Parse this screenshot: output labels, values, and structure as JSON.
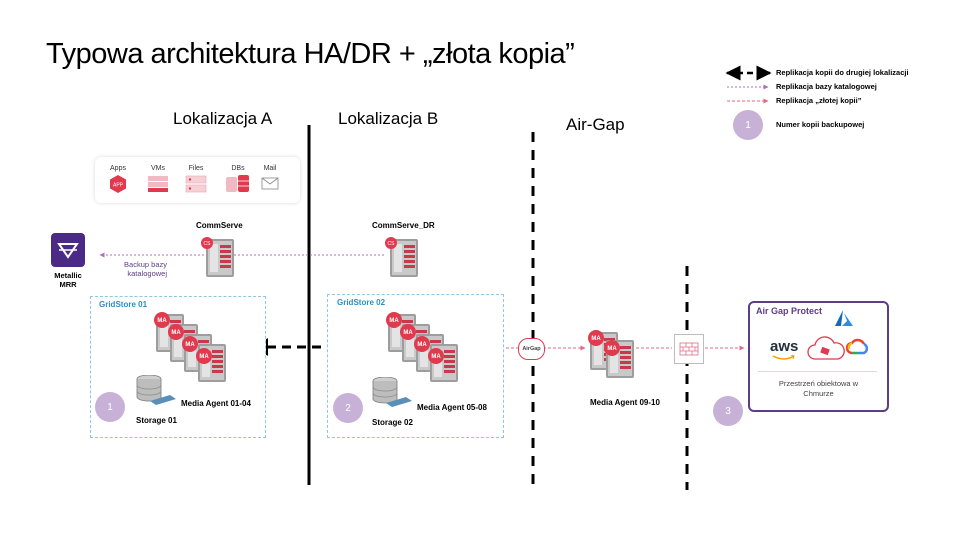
{
  "title": "Typowa architektura HA/DR + „złota kopia”",
  "zones": {
    "a": "Lokalizacja A",
    "b": "Lokalizacja B",
    "airgap": "Air-Gap"
  },
  "legend": {
    "replication_second_site": "Replikacja kopii do drugiej lokalizacji",
    "catalog_replication": "Replikacja bazy katalogowej",
    "golden_copy_replication": "Replikacja „złotej kopii”",
    "badge_sample": "1",
    "backup_copy_number": "Numer kopii backupowej"
  },
  "workloads": [
    "Apps",
    "VMs",
    "Files",
    "DBs",
    "Mail"
  ],
  "workload_icon_text": {
    "apps": "APP"
  },
  "metallic": {
    "line1": "Metallic",
    "line2": "MRR"
  },
  "commserve": "CommServe",
  "commserve_dr": "CommServe_DR",
  "backup_catalog": {
    "line1": "Backup bazy",
    "line2": "katalogowej"
  },
  "server_badges": {
    "cs": "CS",
    "ma": "MA"
  },
  "gridstore1": {
    "title": "GridStore 01",
    "agents": "Media Agent 01-04",
    "storage": "Storage 01",
    "badge": "1"
  },
  "gridstore2": {
    "title": "GridStore 02",
    "agents": "Media Agent 05-08",
    "storage": "Storage 02",
    "badge": "2"
  },
  "airgap_chip": "AirGap",
  "airgap_agents": "Media Agent 09-10",
  "badge3": "3",
  "air_gap_protect": {
    "title": "Air Gap Protect",
    "aws": "aws",
    "storage_line1": "Przestrzeń obiektowa w",
    "storage_line2": "Chmurze"
  },
  "colors": {
    "accent_red": "#e03a4e",
    "purple": "#5d3d86",
    "badge": "#c8b1d6",
    "box_border": "#8fc6e0",
    "box_title": "#2f8dc0"
  }
}
